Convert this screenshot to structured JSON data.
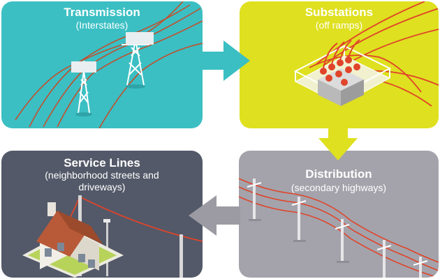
{
  "panels": {
    "transmission": {
      "title": "Transmission",
      "subtitle": "(Interstates)",
      "color": "#3bbfc3"
    },
    "substations": {
      "title": "Substations",
      "subtitle": "(off ramps)",
      "color": "#dfe01f"
    },
    "distribution": {
      "title": "Distribution",
      "subtitle": "(secondary highways)",
      "color": "#a4a3ab"
    },
    "service_lines": {
      "title": "Service Lines",
      "subtitle": "(neighborhood streets and driveways)",
      "color": "#535968"
    }
  },
  "colors": {
    "wire": "#e0442a",
    "arrow_teal": "#3bbfc3",
    "arrow_yellow": "#dfe01f",
    "arrow_gray": "#9c9ba3"
  },
  "icons": [
    "transmission-tower-icon",
    "substation-transformer-icon",
    "utility-pole-icon",
    "house-icon",
    "flow-arrow-icon"
  ]
}
